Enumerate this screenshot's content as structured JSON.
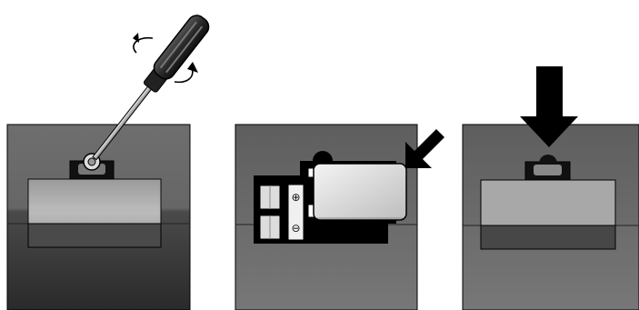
{
  "steps": [
    {
      "id": "unscrew-cover",
      "icons": [
        "screwdriver-icon",
        "rotate-arrows-icon"
      ]
    },
    {
      "id": "insert-battery",
      "icons": [
        "battery-icon",
        "insert-arrow-icon"
      ],
      "terminal_symbols": {
        "positive": "⊕",
        "negative": "⊖"
      }
    },
    {
      "id": "close-cover",
      "icons": [
        "push-down-arrow-icon",
        "cover-icon"
      ]
    }
  ],
  "colors": {
    "housing_top": "#707070",
    "housing_bottom": "#3a3a3a",
    "cover": "#b8b8b8",
    "battery": "#e4e4e4",
    "outline": "#000000",
    "background": "#ffffff"
  }
}
